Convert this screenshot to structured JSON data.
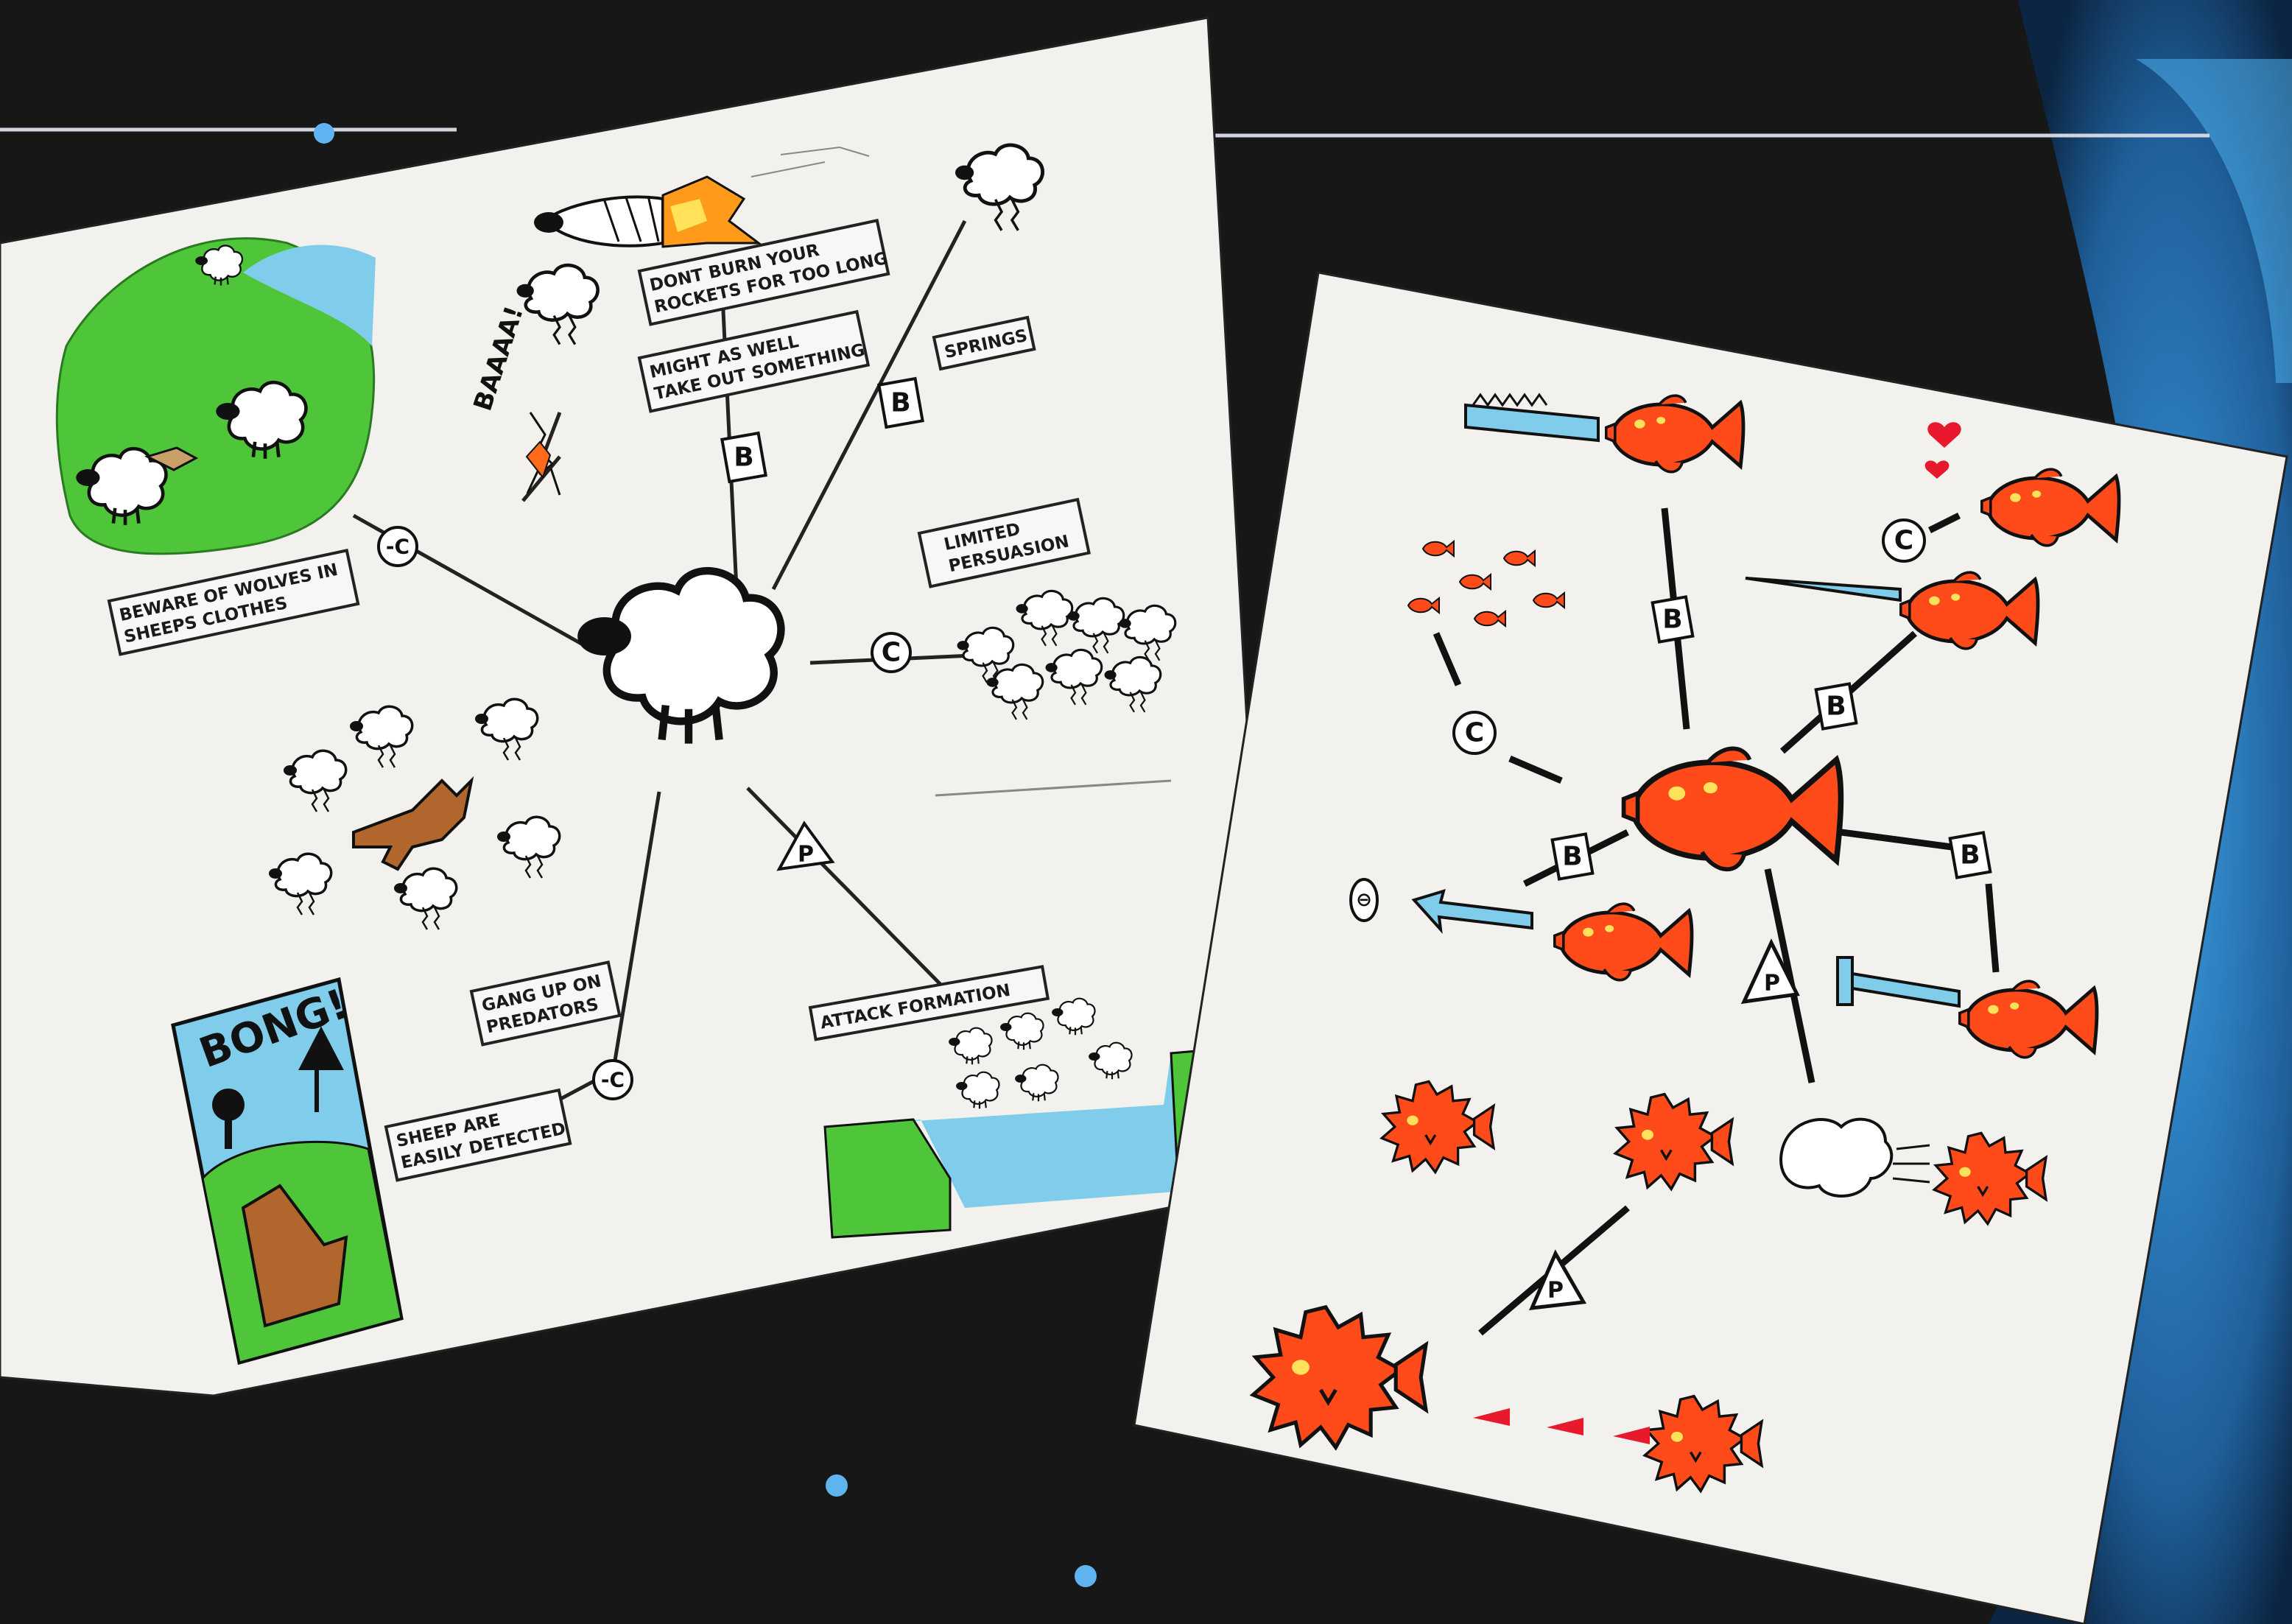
{
  "left_card": {
    "labels": {
      "rockets": [
        "DONT BURN YOUR",
        "ROCKETS FOR TOO LONG"
      ],
      "take_out": [
        "MIGHT AS WELL",
        "TAKE OUT SOMETHING"
      ],
      "springs": [
        "SPRINGS"
      ],
      "wolves": [
        "BEWARE OF WOLVES IN",
        "SHEEPS CLOTHES"
      ],
      "persuasion": [
        "LIMITED",
        "PERSUASION"
      ],
      "gang_up": [
        "GANG UP ON",
        "PREDATORS"
      ],
      "attack": [
        "ATTACK FORMATION"
      ],
      "detected": [
        "SHEEP ARE",
        "EASILY DETECTED"
      ]
    },
    "badges": {
      "bonus": "B",
      "counter": "C",
      "minus_counter": "-C",
      "power": "P"
    },
    "comic": {
      "bong": "BONG!",
      "baa": "BAAAA!"
    }
  },
  "right_card": {
    "badges": {
      "bonus": "B",
      "counter": "C",
      "power": "P",
      "minus": "⊖"
    }
  },
  "colors": {
    "background": "#171717",
    "card": "#f2f1ed",
    "hill_green": "#4fc63a",
    "sky_blue": "#7fcdea",
    "fish_orange": "#ff4a1a",
    "fox_brown": "#b0662c",
    "panel_blue": "#2f86c6"
  }
}
